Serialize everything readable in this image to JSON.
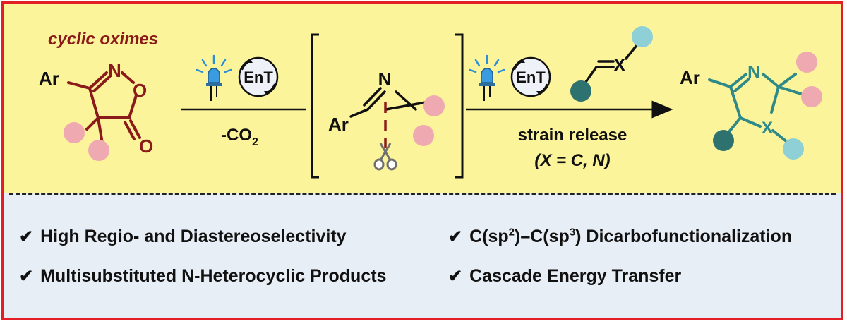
{
  "scheme": {
    "reactant_label": "cyclic oximes",
    "ar": "Ar",
    "n": "N",
    "o": "O",
    "carbonyl_o": "O",
    "ent": "EnT",
    "co2_prefix": "-CO",
    "co2_sub": "2",
    "x": "X",
    "strain_release": "strain release",
    "x_condition": "(X = C, N)"
  },
  "features": {
    "f1": "High Regio- and Diastereoselectivity",
    "f2_a": "C(sp",
    "f2_sup1": "2",
    "f2_b": ")–C(sp",
    "f2_sup2": "3",
    "f2_c": ") Dicarbofunctionalization",
    "f3": "Multisubstituted N-Heterocyclic Products",
    "f4": "Cascade Energy Transfer",
    "check": "✔"
  },
  "colors": {
    "dark_red": "#8b1a1a",
    "pink": "#eeaab0",
    "teal_dark": "#2e7270",
    "teal_light": "#8fcfd6",
    "teal_ring": "#2e8a88",
    "frame_red": "#e31e24",
    "top_bg": "#fbf49a",
    "bottom_bg": "#e8eef6"
  }
}
